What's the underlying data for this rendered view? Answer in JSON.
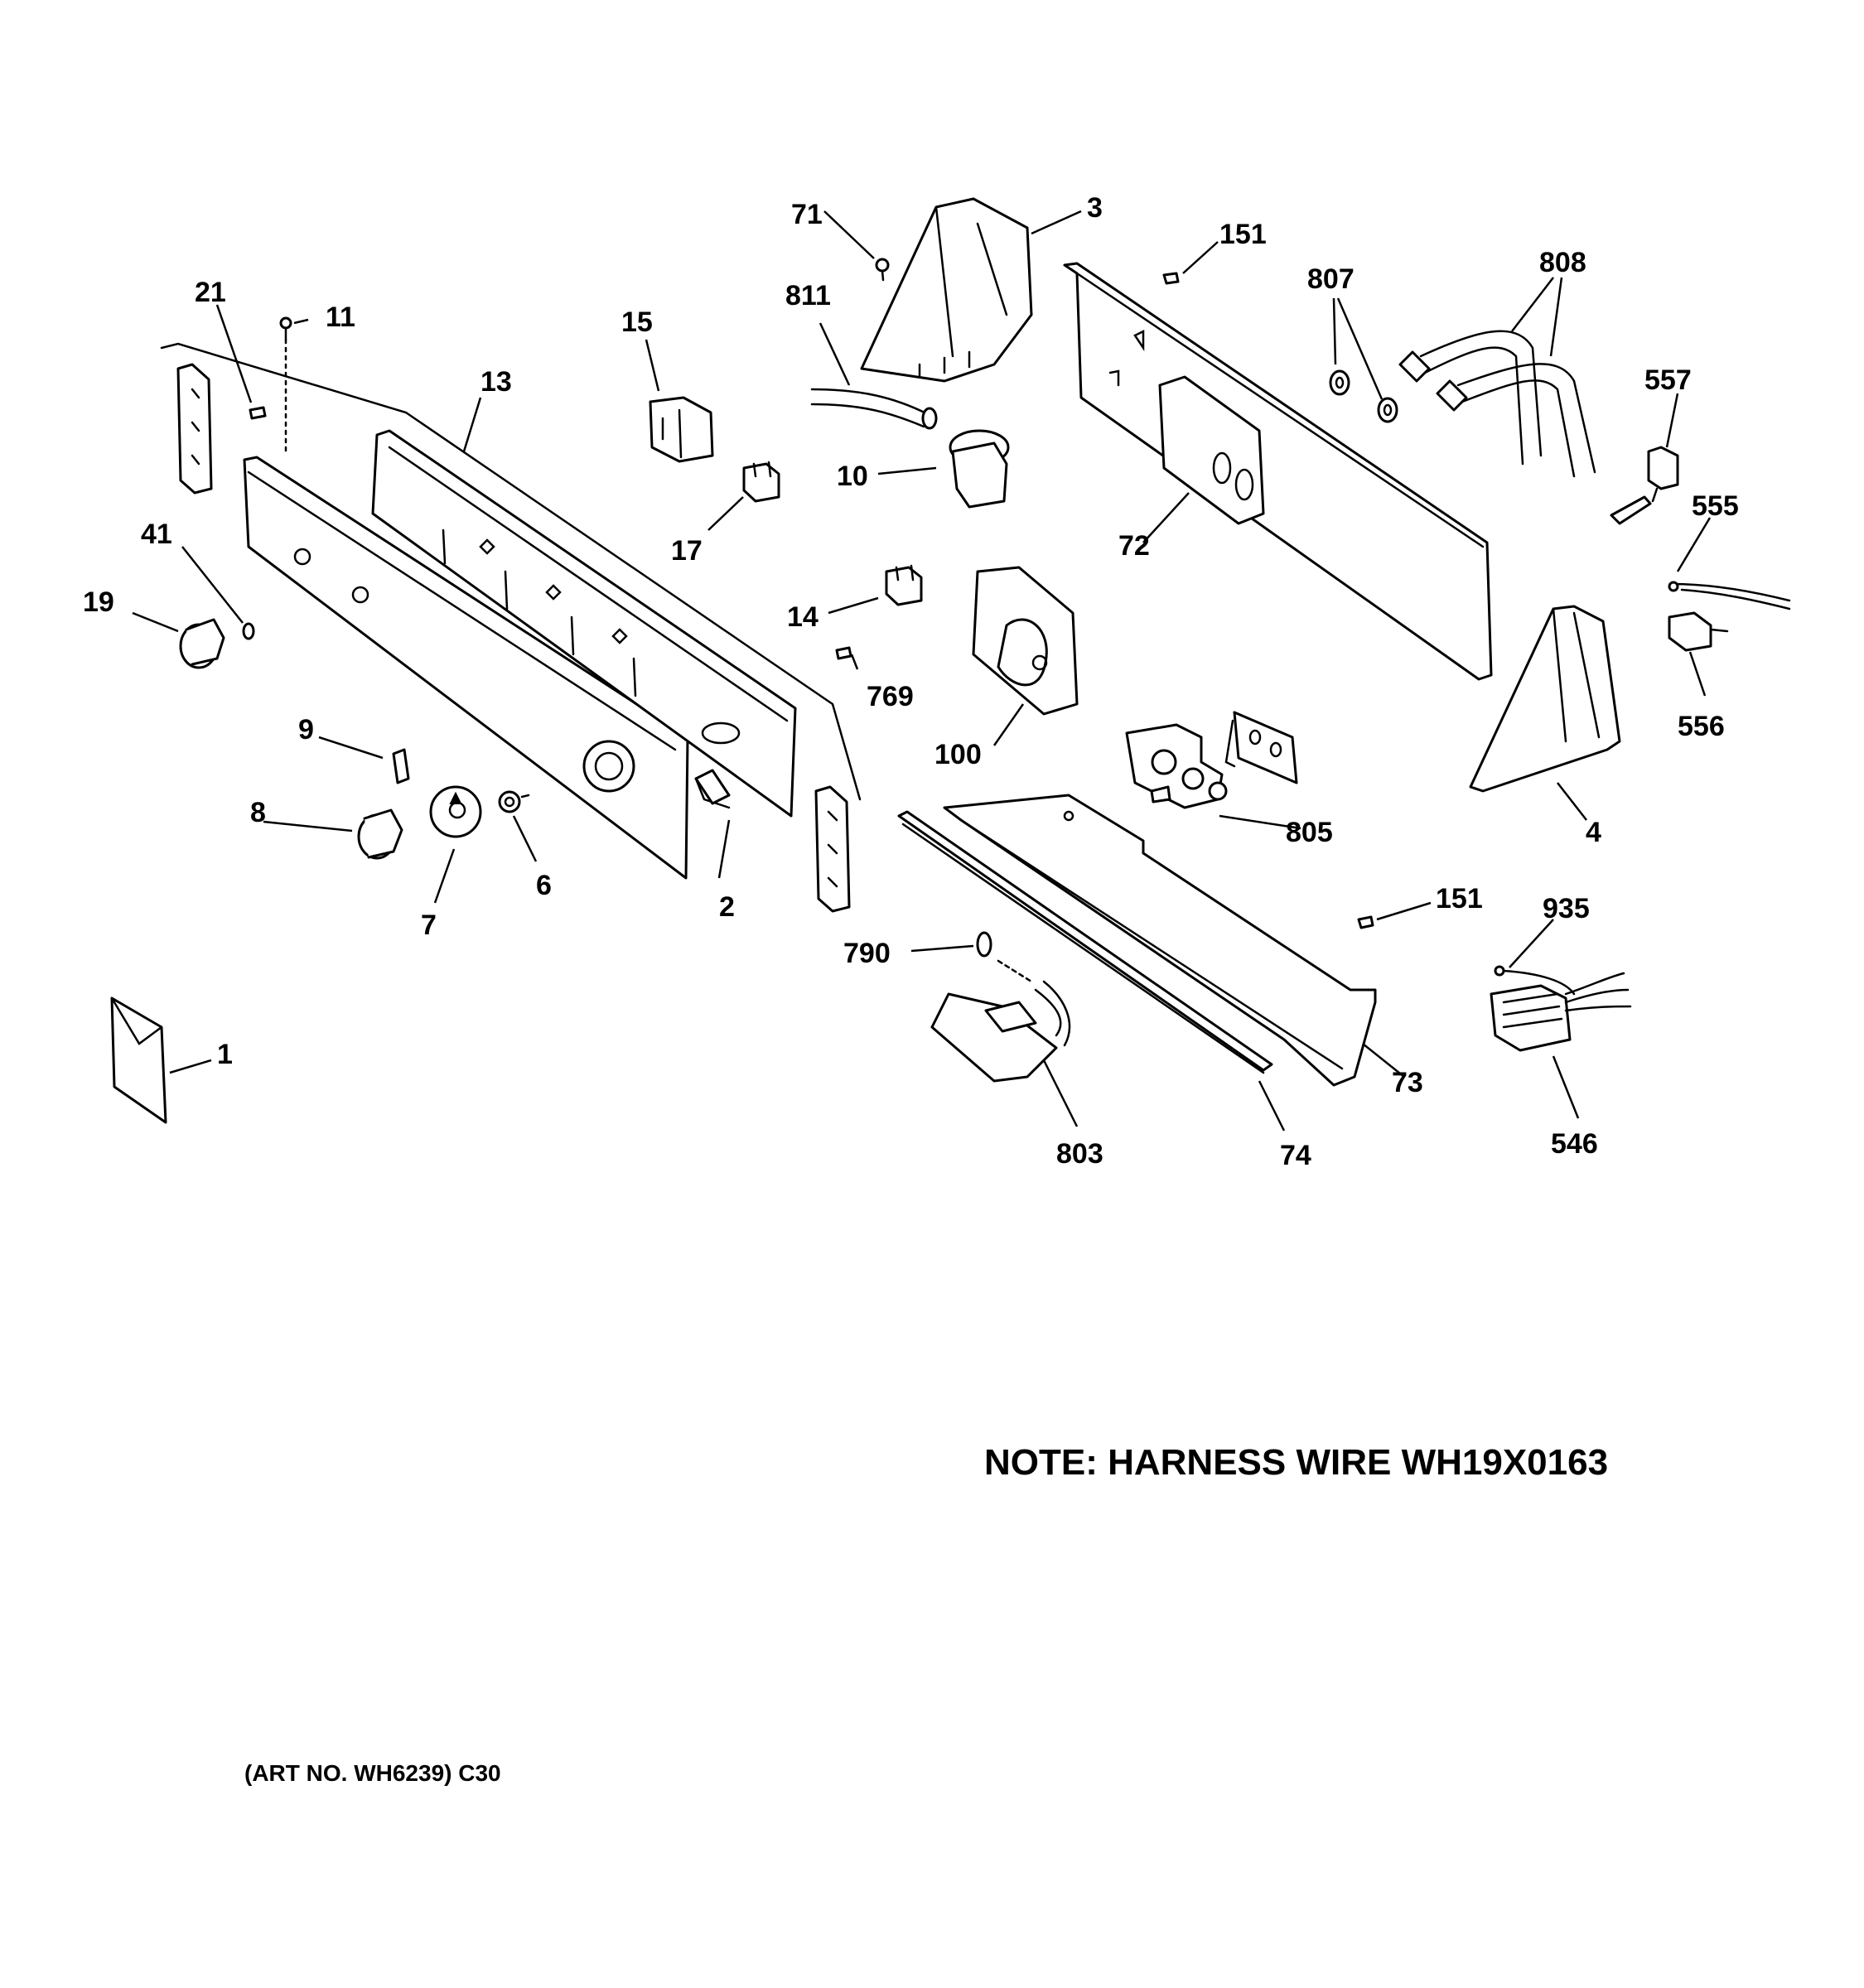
{
  "diagram": {
    "note": "NOTE: HARNESS WIRE WH19X0163",
    "art_number": "(ART NO. WH6239) C30",
    "callouts": {
      "p1": "1",
      "p2": "2",
      "p3": "3",
      "p4": "4",
      "p6": "6",
      "p7": "7",
      "p8": "8",
      "p9": "9",
      "p10": "10",
      "p11": "11",
      "p13": "13",
      "p14": "14",
      "p15": "15",
      "p17": "17",
      "p19": "19",
      "p21": "21",
      "p41": "41",
      "p71": "71",
      "p72": "72",
      "p73": "73",
      "p74": "74",
      "p100": "100",
      "p151a": "151",
      "p151b": "151",
      "p546": "546",
      "p555": "555",
      "p556": "556",
      "p557": "557",
      "p769": "769",
      "p790": "790",
      "p803": "803",
      "p805": "805",
      "p807": "807",
      "p808": "808",
      "p811": "811",
      "p935": "935"
    }
  }
}
